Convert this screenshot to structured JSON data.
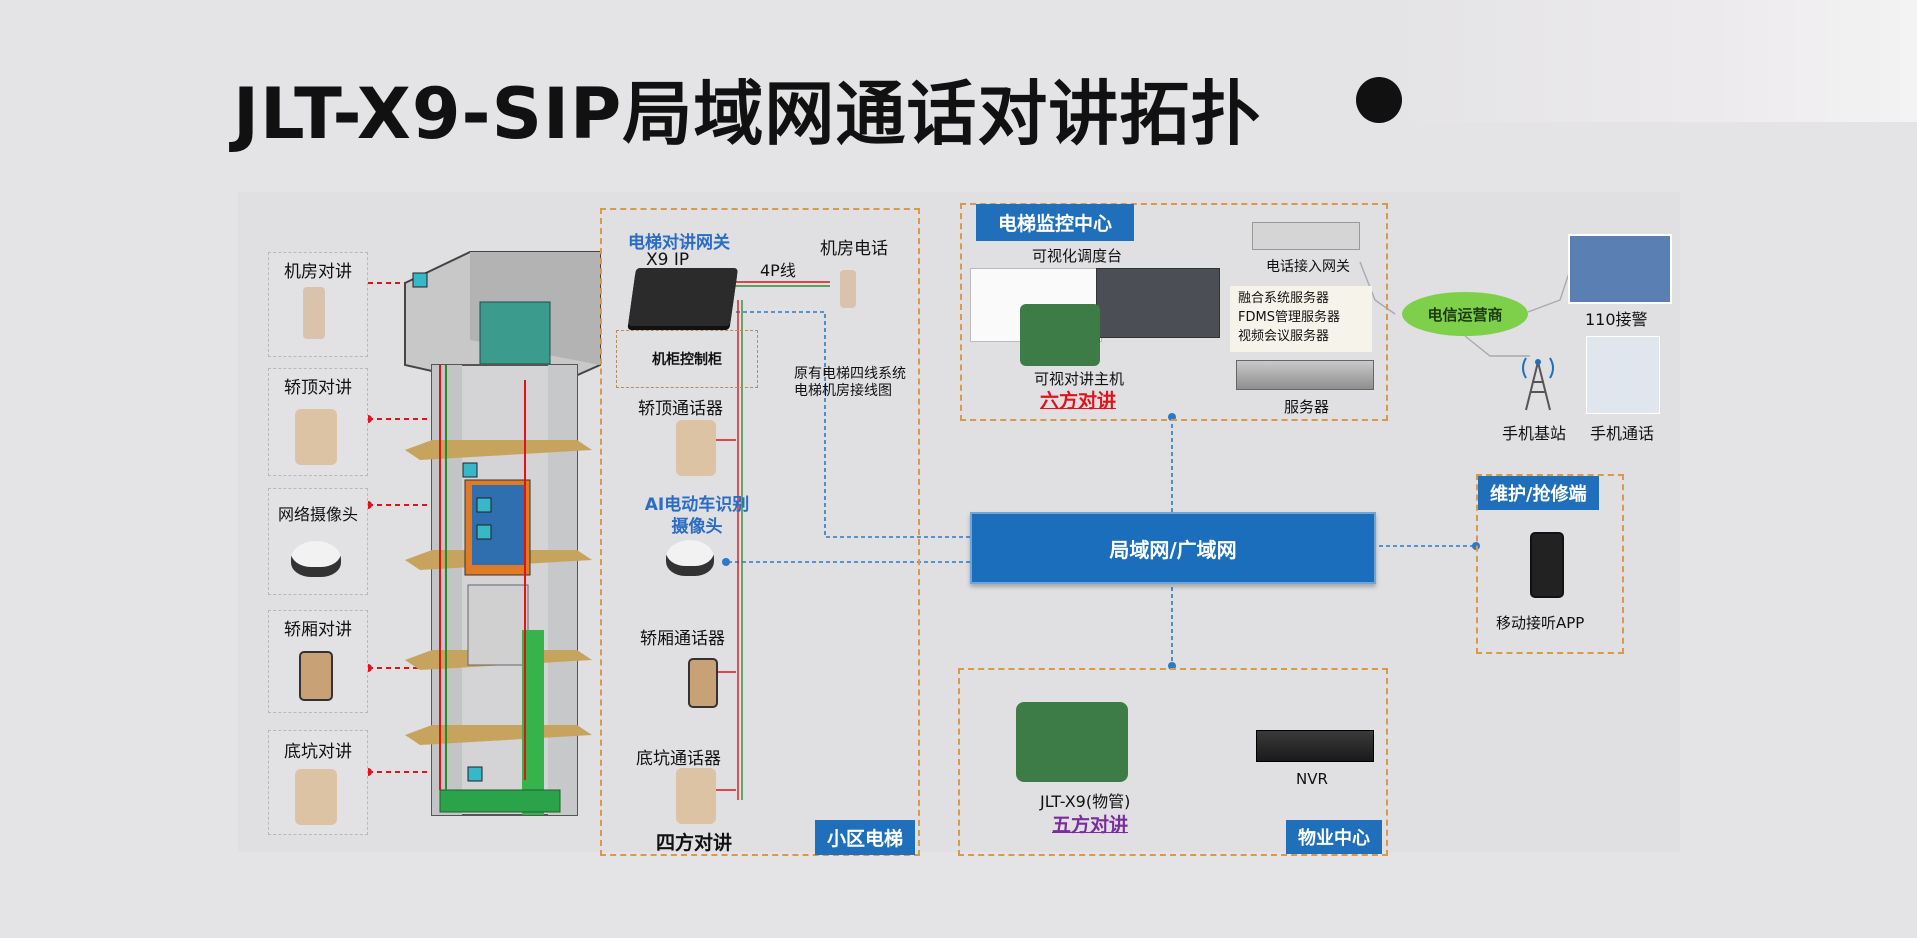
{
  "title": "JLT-X9-SIP局域网通话对讲拓扑",
  "left_column": [
    {
      "label": "机房对讲"
    },
    {
      "label": "轿顶对讲"
    },
    {
      "label": "网络摄像头"
    },
    {
      "label": "轿厢对讲"
    },
    {
      "label": "底坑对讲"
    }
  ],
  "community": {
    "gateway_title": "电梯对讲网关",
    "gateway_model": "X9 IP",
    "machine_phone": "机房电话",
    "wire": "4P线",
    "cabinet": "机柜控制柜",
    "note": "原有电梯四线系统电梯机房接线图",
    "car_top": "轿顶通话器",
    "ai_camera": "AI电动车识别摄像头",
    "car": "轿厢通话器",
    "pit": "底坑通话器",
    "four_way": "四方对讲",
    "tag": "小区电梯"
  },
  "monitor": {
    "tag": "电梯监控中心",
    "console": "可视化调度台",
    "phone_gateway": "电话接入网关",
    "servers_lines": [
      "融合系统服务器",
      "FDMS管理服务器",
      "视频会议服务器"
    ],
    "host": "可视对讲主机",
    "six_way": "六方对讲",
    "server": "服务器"
  },
  "carrier": "电信运营商",
  "police": "110接警",
  "base_station": "手机基站",
  "mobile_call": "手机通话",
  "wan": "局域网/广域网",
  "maintenance": {
    "tag": "维护/抢修端",
    "app": "移动接听APP"
  },
  "property": {
    "device": "JLT-X9(物管)",
    "five_way": "五方对讲",
    "nvr": "NVR",
    "tag": "物业中心"
  },
  "colors": {
    "accent": "#1f6fba",
    "dashed_border": "#d69a4a",
    "six_way": "#e0121a",
    "five_way": "#7a2d9c",
    "carrier": "#7ed04a"
  }
}
